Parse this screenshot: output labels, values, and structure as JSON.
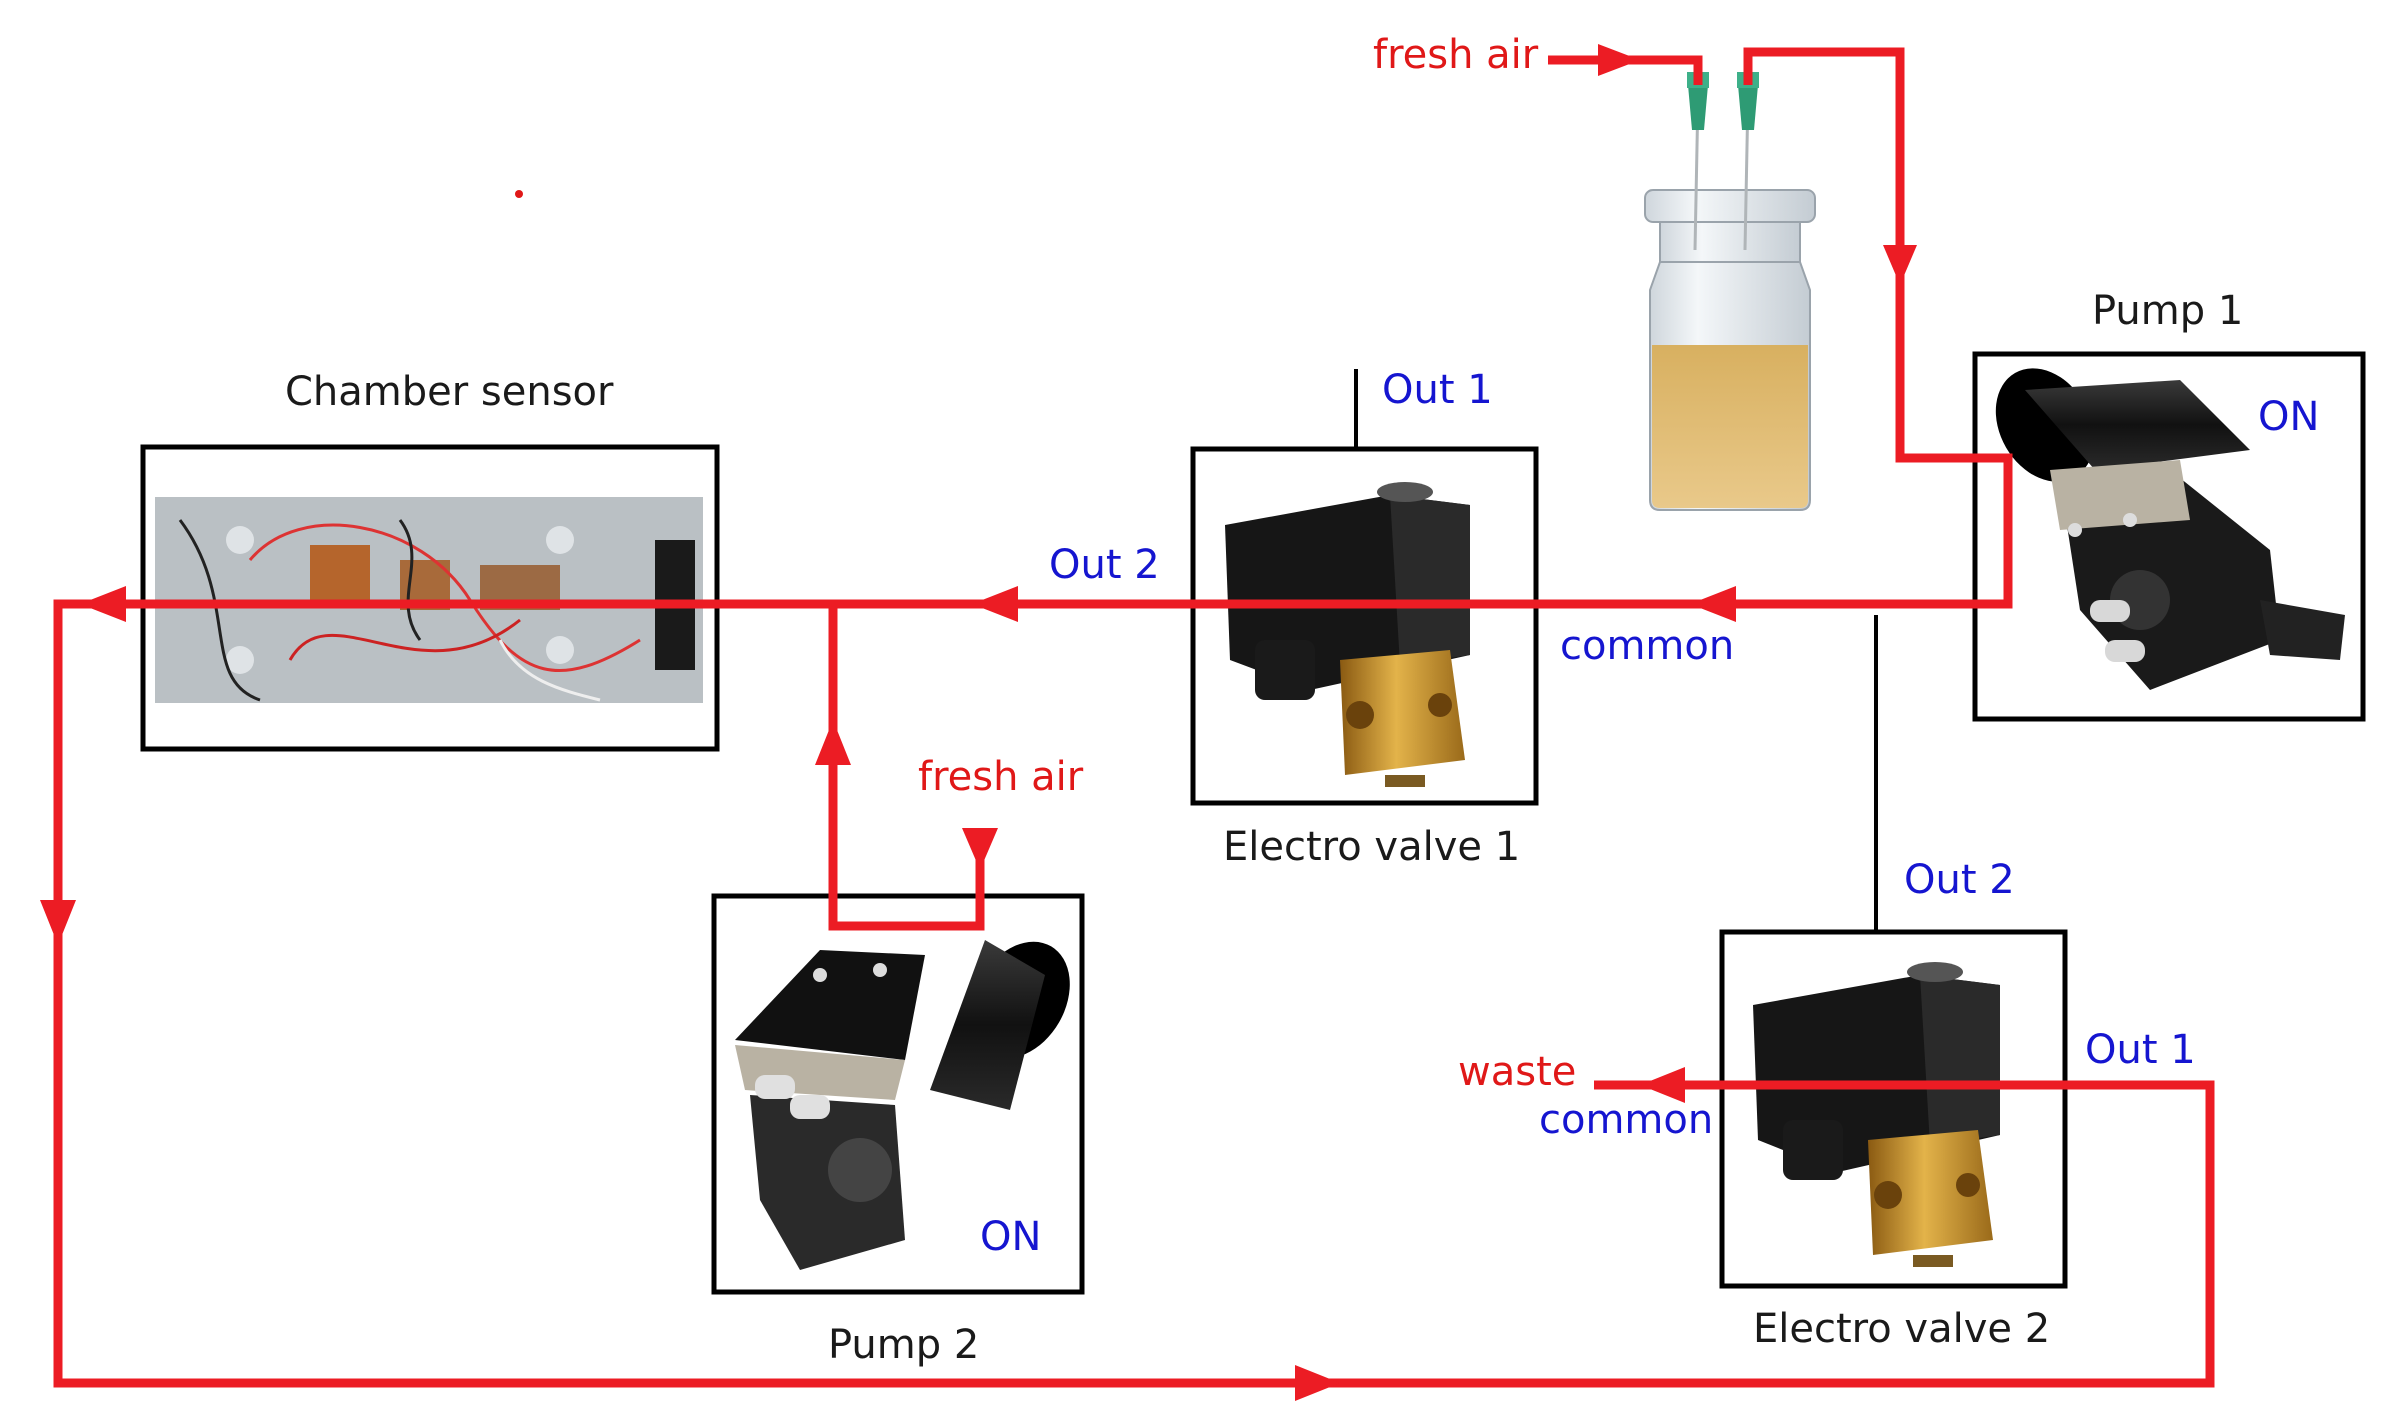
{
  "colors": {
    "flow": "#ec1c24",
    "port_label": "#1515d0",
    "air_label": "#e01818",
    "component_label": "#1a1a1a"
  },
  "components": {
    "chamber_sensor": {
      "title": "Chamber sensor",
      "icon": "sensor-board-photo"
    },
    "electro_valve_1": {
      "title": "Electro valve 1",
      "out1": "Out 1",
      "out2": "Out 2",
      "common": "common",
      "icon": "solenoid-valve"
    },
    "electro_valve_2": {
      "title": "Electro valve 2",
      "out1": "Out 1",
      "out2": "Out 2",
      "common": "common",
      "icon": "solenoid-valve"
    },
    "pump_1": {
      "title": "Pump 1",
      "state": "ON",
      "icon": "diaphragm-pump"
    },
    "pump_2": {
      "title": "Pump 2",
      "state": "ON",
      "icon": "diaphragm-pump"
    },
    "vial": {
      "icon": "sample-vial-with-needles"
    }
  },
  "flow_labels": {
    "fresh_air_top": "fresh air",
    "fresh_air_pump2": "fresh air",
    "waste": "waste"
  }
}
